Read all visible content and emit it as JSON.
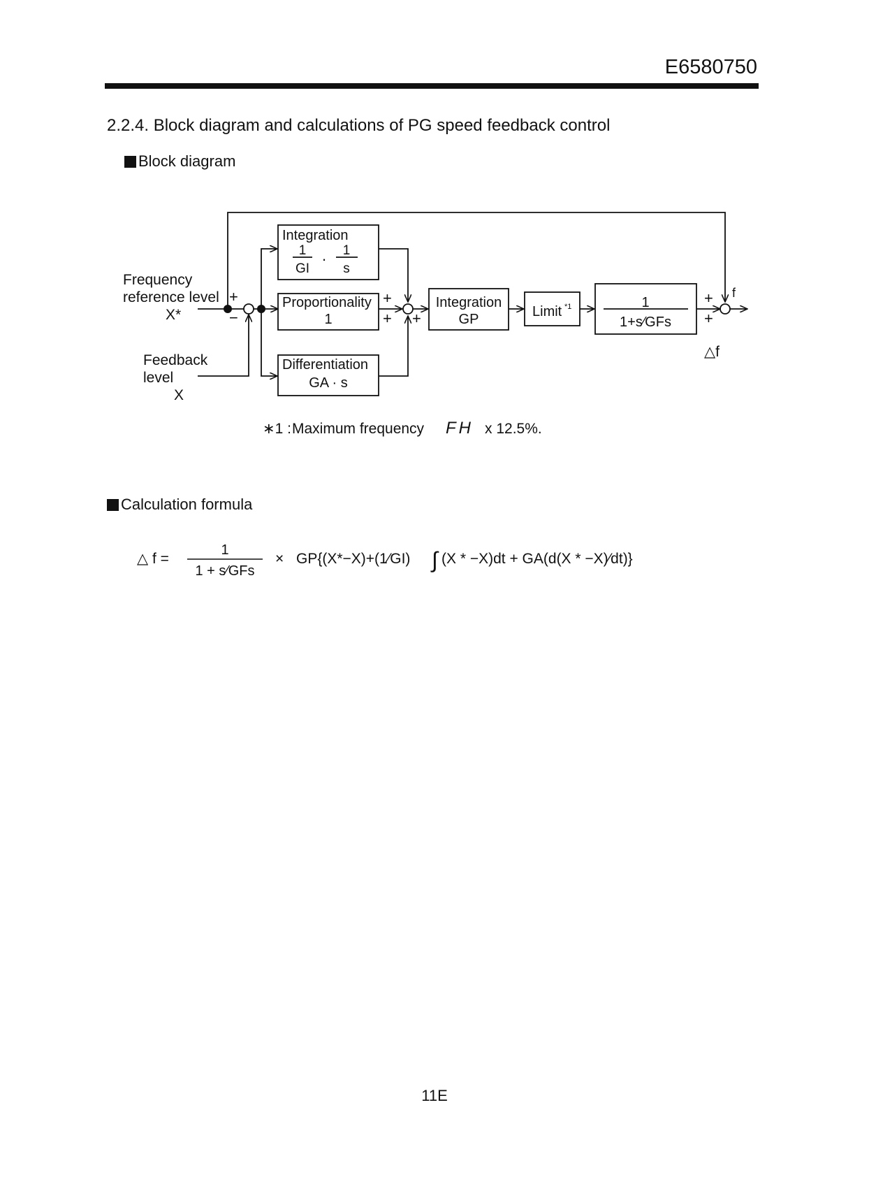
{
  "header": {
    "document_id": "E6580750"
  },
  "section": {
    "heading": "2.2.4. Block diagram and calculations of PG speed feedback control"
  },
  "block_diagram": {
    "heading": "Block diagram",
    "input_frequency_label_1": "Frequency",
    "input_frequency_label_2": "reference level",
    "input_frequency_symbol": "X*",
    "input_feedback_label_1": "Feedback",
    "input_feedback_label_2": "level",
    "input_feedback_symbol": "X",
    "sum1_plus": "+",
    "sum1_minus": "−",
    "integration_block": {
      "title": "Integration",
      "num_1": "1",
      "den_1": "GI",
      "dot": "·",
      "num_2": "1",
      "den_2": "s"
    },
    "proportionality_block": {
      "title": "Proportionality",
      "value": "1"
    },
    "differentiation_block": {
      "title": "Differentiation",
      "value": "GA · s"
    },
    "sum2_signs": [
      "+",
      "+",
      "+"
    ],
    "gain_block": {
      "title": "Integration",
      "value": "GP"
    },
    "limit_block": {
      "label": "Limit",
      "superscript": "*1"
    },
    "filter_block": {
      "numerator": "1",
      "denominator": "1+s⁄GFs"
    },
    "sum3_top_sign": "+",
    "sum3_bottom_sign": "+",
    "output_f": "f",
    "output_delta_f": "△f",
    "footnote": {
      "marker": "∗1 :",
      "text": "Maximum frequency",
      "param": "FH",
      "suffix": "x 12.5%."
    }
  },
  "calculation": {
    "heading": "Calculation formula",
    "lhs": "△  f =",
    "frac_numerator": "1",
    "frac_denominator": "1 + s⁄GFs",
    "times": "×",
    "rhs_part1": "GP{(X*−X)+(1⁄GI)",
    "integral": "∫",
    "rhs_part2": "(X * −X)dt + GA(d(X * −X)⁄dt)}"
  },
  "footer": {
    "page_number": "11E"
  }
}
